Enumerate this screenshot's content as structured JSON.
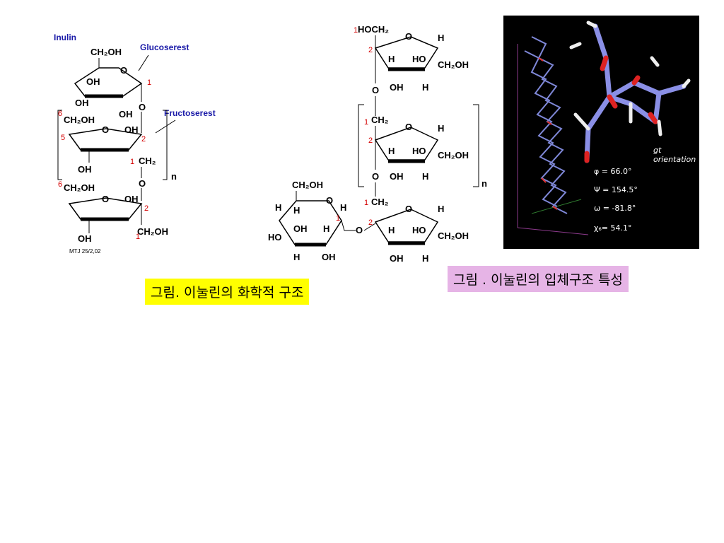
{
  "left_structure": {
    "title": "Inulin",
    "glucose_label": "Glucoserest",
    "fructose_label": "Fructoserest",
    "repeat_label": "n",
    "credit": "MTJ 25/2,02",
    "groups": {
      "ch2oh_top": "CH₂OH",
      "oh_a": "OH",
      "oh_b": "OH",
      "oh_c": "OH",
      "o_ring1": "O",
      "o_link1": "O",
      "ch2oh_mid": "CH₂OH",
      "oh_mid": "OH",
      "o_ring2": "O",
      "oh_mid2": "OH",
      "ch2_mid": "CH₂",
      "o_link2": "O",
      "ch2oh_bot": "CH₂OH",
      "oh_bot": "OH",
      "o_ring3": "O",
      "oh_bot2": "OH",
      "ch2oh_end": "CH₂OH"
    },
    "numbers": [
      "1",
      "6",
      "5",
      "2",
      "1",
      "6",
      "2",
      "1"
    ]
  },
  "mid_structure": {
    "top_group": "HOCH₂",
    "repeat_label": "n",
    "glucose_ch2oh": "CH₂OH",
    "H": "H",
    "OH": "OH",
    "HO": "HO",
    "O": "O",
    "CH2": "CH₂",
    "CH2OH": "CH₂OH",
    "num1": "1",
    "num2": "2"
  },
  "right_model": {
    "orientation": "gt orientation",
    "phi": "φ = 66.0°",
    "psi": "Ψ = 154.5°",
    "omega": "ω = -81.8°",
    "chi": "χ₆= 54.1°"
  },
  "captions": {
    "chemical": "그림. 이눌린의 화학적 구조",
    "stereo": "그림 . 이눌린의 입체구조 특성"
  }
}
